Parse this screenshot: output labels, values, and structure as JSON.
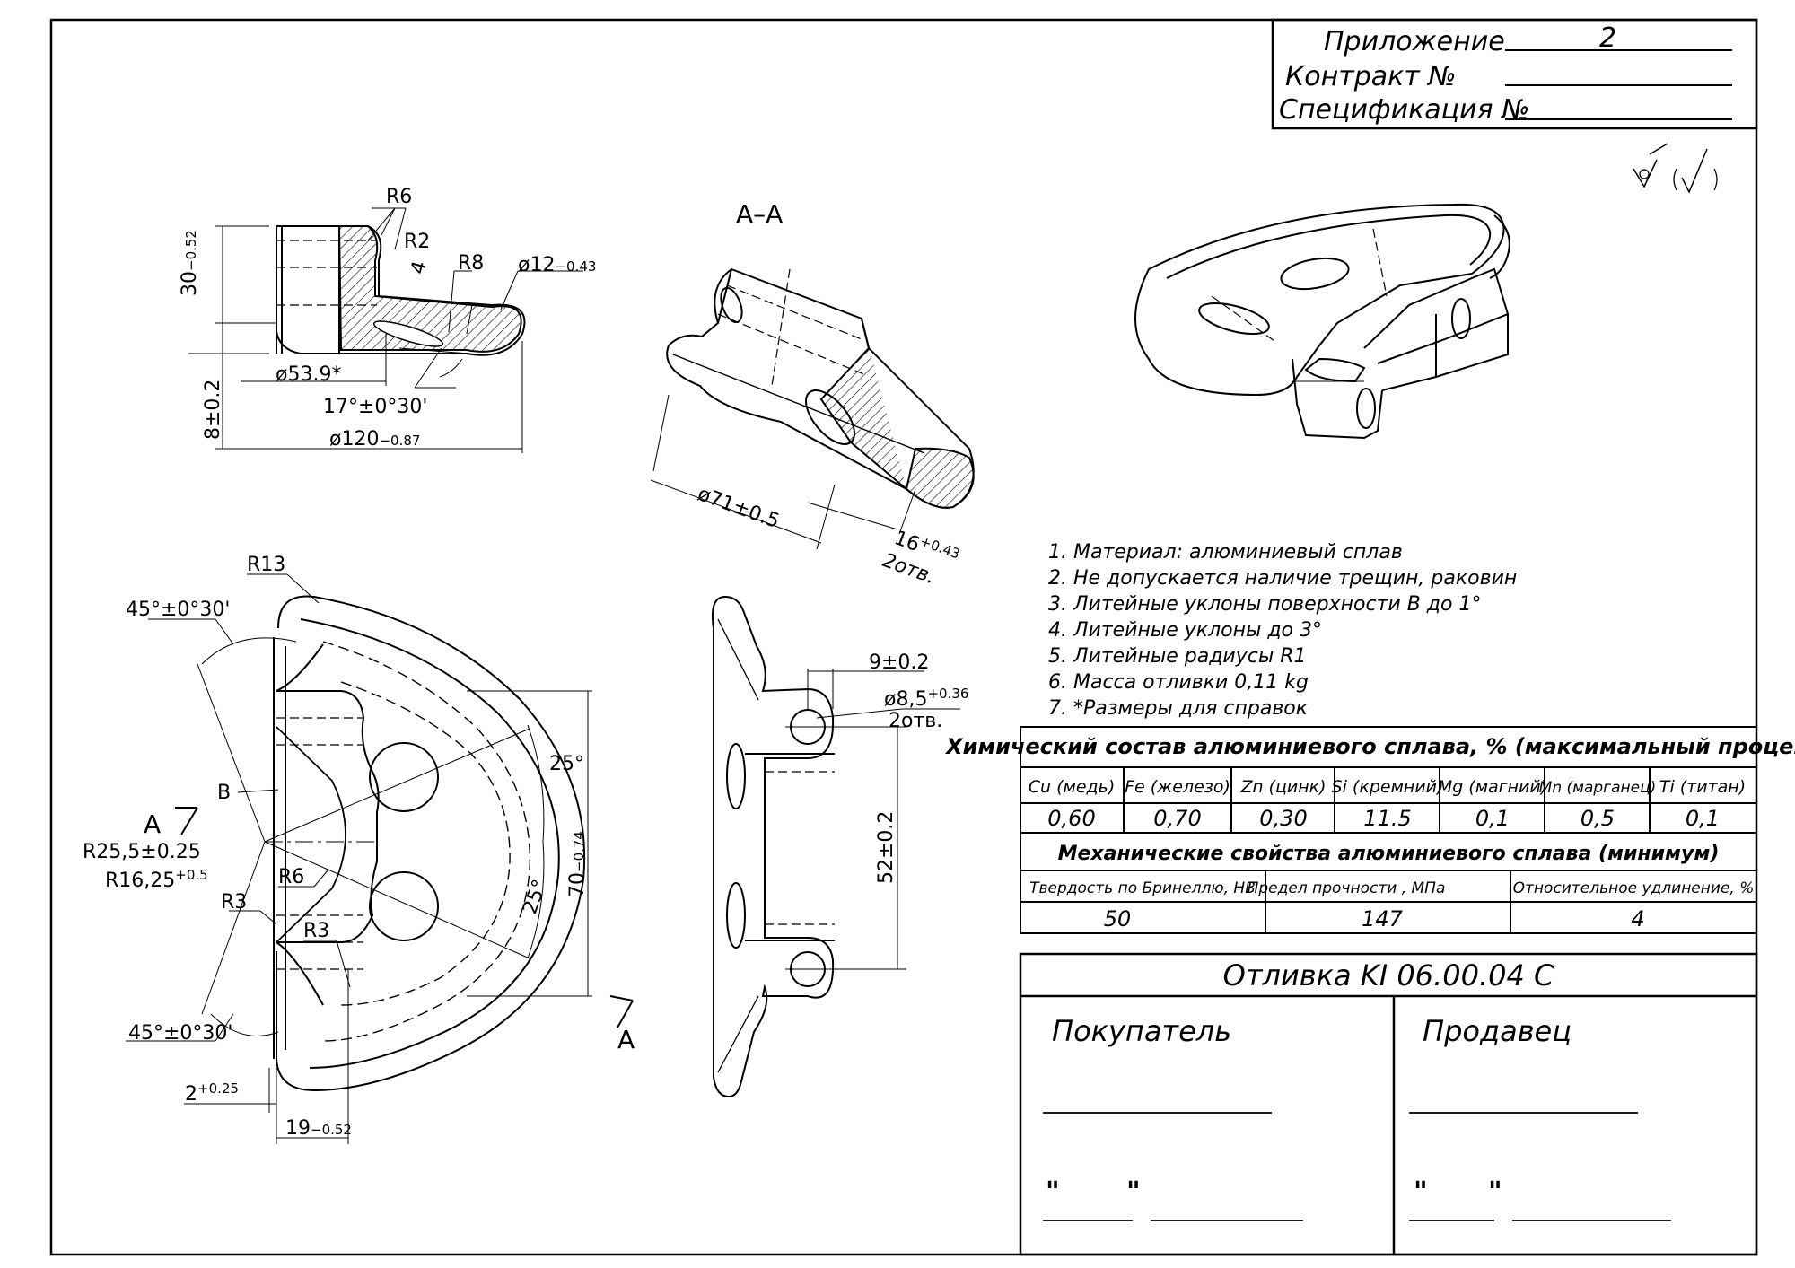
{
  "title_block": {
    "appendix_label": "Приложение",
    "appendix_value": "2",
    "contract_label": "Контракт №",
    "spec_label": "Спецификация №"
  },
  "views": {
    "section_label": "А–А",
    "view_marker_top": "А",
    "view_marker_bottom": "А"
  },
  "dimensions": {
    "top": {
      "r6": "R6",
      "r2": "R2",
      "r8": "R8",
      "four": "4",
      "d12": "ø12",
      "d12_tol": "−0.43",
      "h30": "30",
      "h30_tol": "−0.52",
      "d53": "ø53.9*",
      "angle17": "17°±0°30'",
      "h8": "8±0.2",
      "d120": "ø120",
      "d120_tol": "−0.87"
    },
    "section": {
      "d71": "ø71±0.5",
      "s16": "16",
      "s16_tol": "+0.43",
      "holes": "2отв."
    },
    "front": {
      "r13": "R13",
      "a45_top": "45°±0°30'",
      "b": "B",
      "r25": "R25,5±0.25",
      "r16": "R16,25",
      "r16_tol": "+0.5",
      "r3a": "R3",
      "r6": "R6",
      "r3b": "R3",
      "a25_top": "25°",
      "a25_bot": "25°",
      "h70": "70",
      "h70_tol": "−0.74",
      "a45_bot": "45°±0°30'",
      "w2": "2",
      "w2_tol": "+0.25",
      "w19": "19",
      "w19_tol": "−0.52"
    },
    "side": {
      "w9": "9±0.2",
      "d85": "ø8,5",
      "d85_tol": "+0.36",
      "holes": "2отв.",
      "h52": "52±0.2"
    }
  },
  "roughness": {
    "symbol": "∀",
    "symbol_paren": "(√)"
  },
  "notes": [
    "1. Материал: алюминиевый сплав",
    "2. Не допускается наличие трещин, раковин",
    "3. Литейные уклоны поверхности В до 1°",
    "4. Литейные уклоны до 3°",
    "5. Литейные радиусы R1",
    "6. Масса отливки 0,11 kg",
    "7. *Размеры для справок"
  ],
  "chem_table": {
    "title": "Химический состав алюминиевого сплава, % (максимальный процент)",
    "headers": [
      "Cu (медь)",
      "Fe (железо)",
      "Zn (цинк)",
      "Si (кремний)",
      "Mg (магний)",
      "Mn (марганец)",
      "Ti (титан)"
    ],
    "values": [
      "0,60",
      "0,70",
      "0,30",
      "11.5",
      "0,1",
      "0,5",
      "0,1"
    ]
  },
  "mech_table": {
    "title": "Механические свойства алюминиевого сплава   (минимум)",
    "headers": [
      "Твердость по Бринеллю, НВ",
      "Предел прочности , МПа",
      "Относительное удлинение, %"
    ],
    "values": [
      "50",
      "147",
      "4"
    ]
  },
  "stamp": {
    "part_name": "Отливка KI 06.00.04 C",
    "buyer": "Покупатель",
    "seller": "Продавец",
    "quote": "\""
  }
}
